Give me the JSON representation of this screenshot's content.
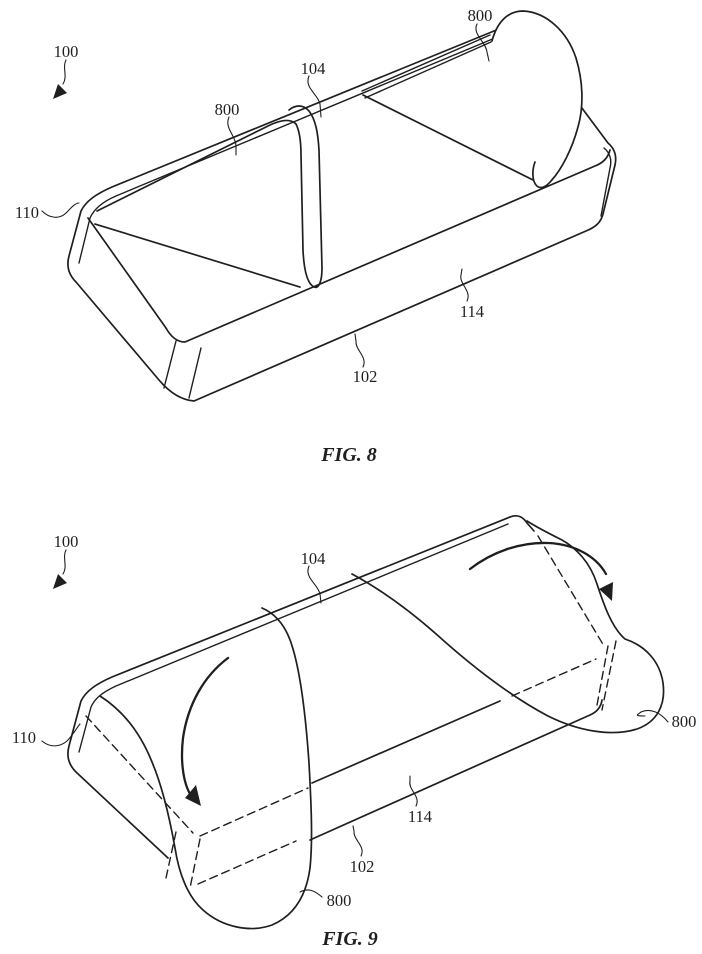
{
  "colors": {
    "ink": "#1f1f1f",
    "background": "#ffffff"
  },
  "figure8": {
    "caption": "FIG. 8",
    "labels": {
      "n100": "100",
      "n104": "104",
      "n800_left": "800",
      "n800_right": "800",
      "n110": "110",
      "n114": "114",
      "n102": "102"
    }
  },
  "figure9": {
    "caption": "FIG. 9",
    "labels": {
      "n100": "100",
      "n104": "104",
      "n110": "110",
      "n114": "114",
      "n102": "102",
      "n800_bottom": "800",
      "n800_right": "800"
    }
  }
}
